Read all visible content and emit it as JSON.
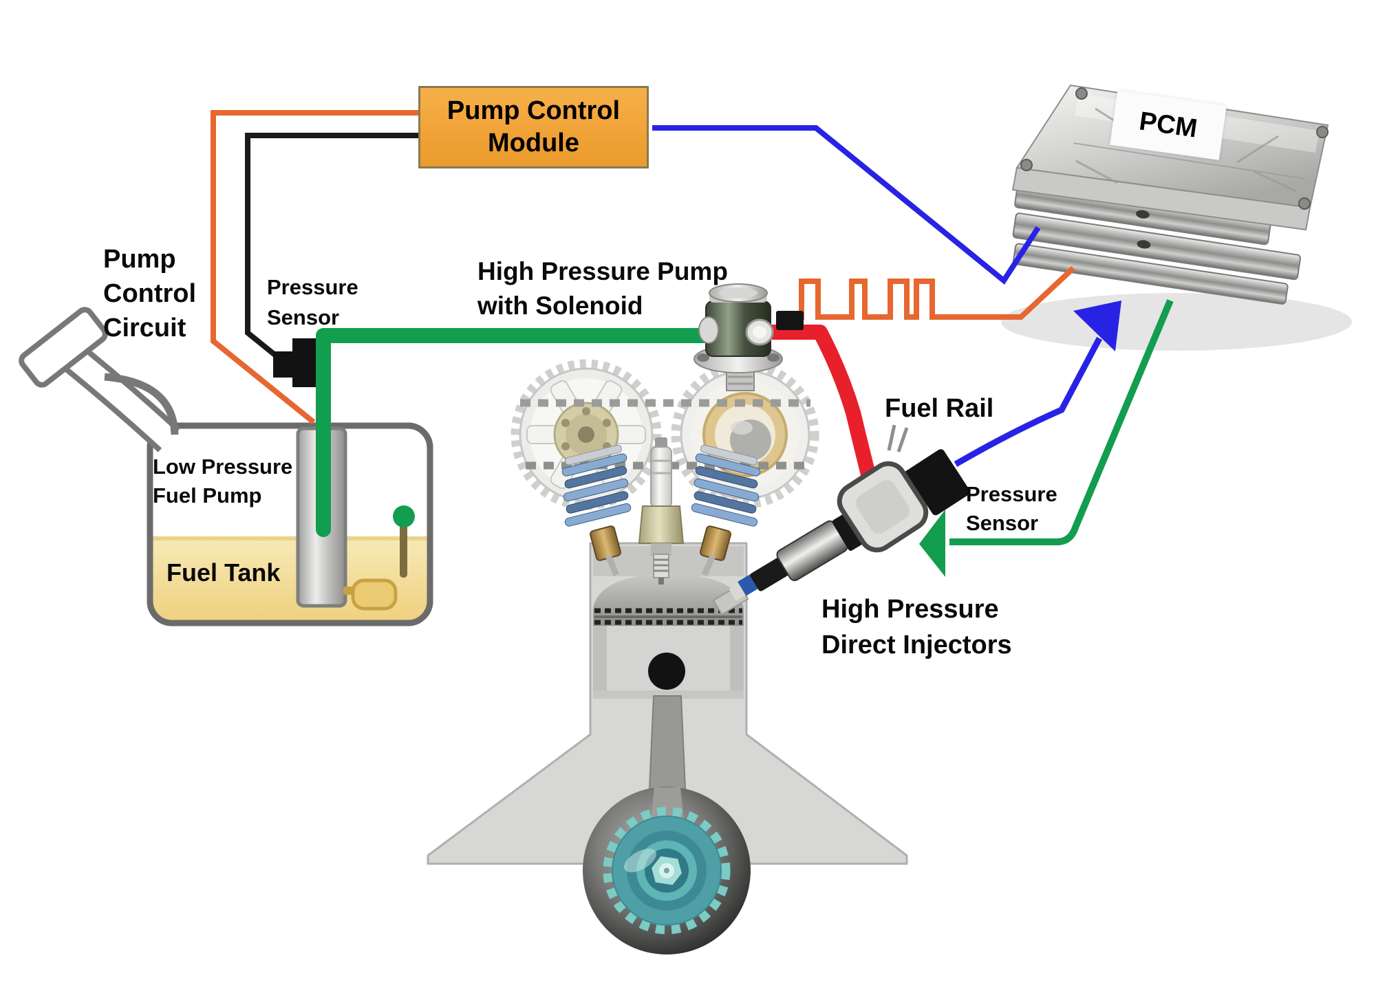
{
  "diagram": {
    "labels": {
      "pump_control_module": "Pump Control\nModule",
      "pcm": "PCM",
      "pump_control_circuit": "Pump\nControl\nCircuit",
      "pressure_sensor_left": "Pressure\nSensor",
      "high_pressure_pump": "High Pressure Pump\nwith Solenoid",
      "fuel_rail": "Fuel Rail",
      "pressure_sensor_right": "Pressure\nSensor",
      "high_pressure_direct_injectors": "High Pressure\nDirect Injectors",
      "low_pressure_fuel_pump": "Low Pressure\nFuel Pump",
      "fuel_tank": "Fuel Tank"
    },
    "colors": {
      "accent_orange_box": "#F0A236",
      "wire_orange": "#E6672F",
      "wire_black": "#1A1A1A",
      "wire_green": "#129D4F",
      "wire_blue": "#2823E4",
      "wire_red": "#E8202B",
      "fuel_yellow": "#EFD07E",
      "fuel_yellow_light": "#F7EAB8",
      "tank_outline": "#6B6B6B",
      "crank_teal": "#4E9FA6",
      "label_text": "#0A0A0A"
    }
  }
}
